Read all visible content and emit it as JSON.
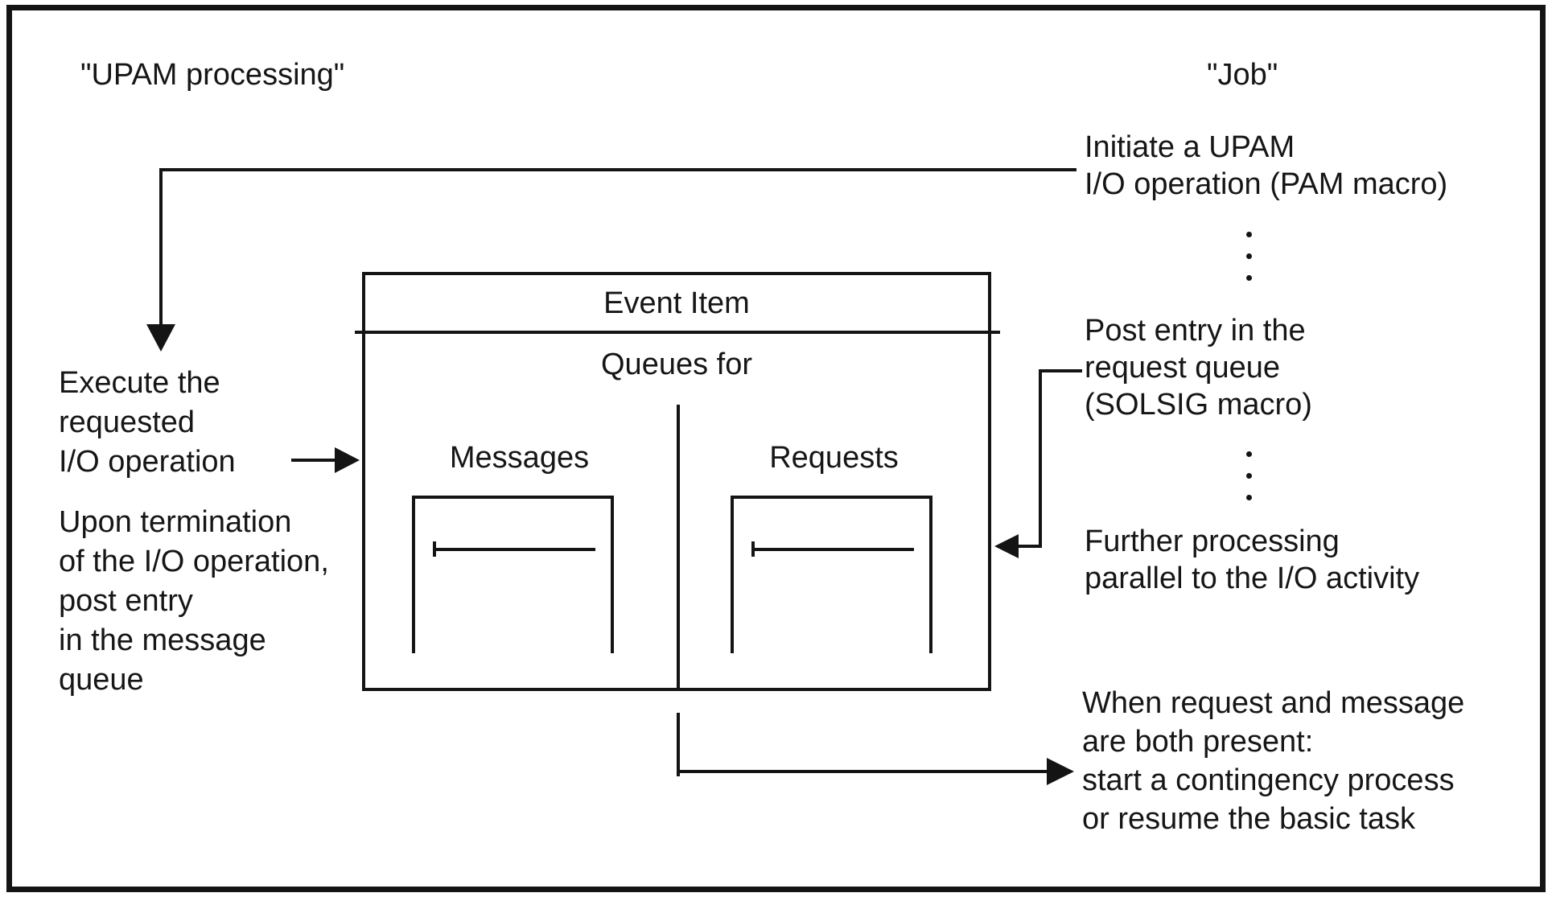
{
  "page": {
    "left_title": "\"UPAM processing\"",
    "right_title": "\"Job\""
  },
  "event_box": {
    "title": "Event Item",
    "subtitle": "Queues for",
    "messages_label": "Messages",
    "requests_label": "Requests"
  },
  "upam_column": {
    "execute_note": "Execute the\nrequested\nI/O operation",
    "termination_note": "Upon termination\nof the I/O operation,\npost entry\nin the message\nqueue"
  },
  "job_column": {
    "initiate_note": "Initiate a UPAM\nI/O operation (PAM macro)",
    "post_entry_note": "Post entry in the\nrequest queue\n(SOLSIG macro)",
    "further_note": "Further processing\nparallel to the I/O activity",
    "when_note": "When request and message\nare both present:\nstart a contingency process\nor resume the basic task"
  }
}
